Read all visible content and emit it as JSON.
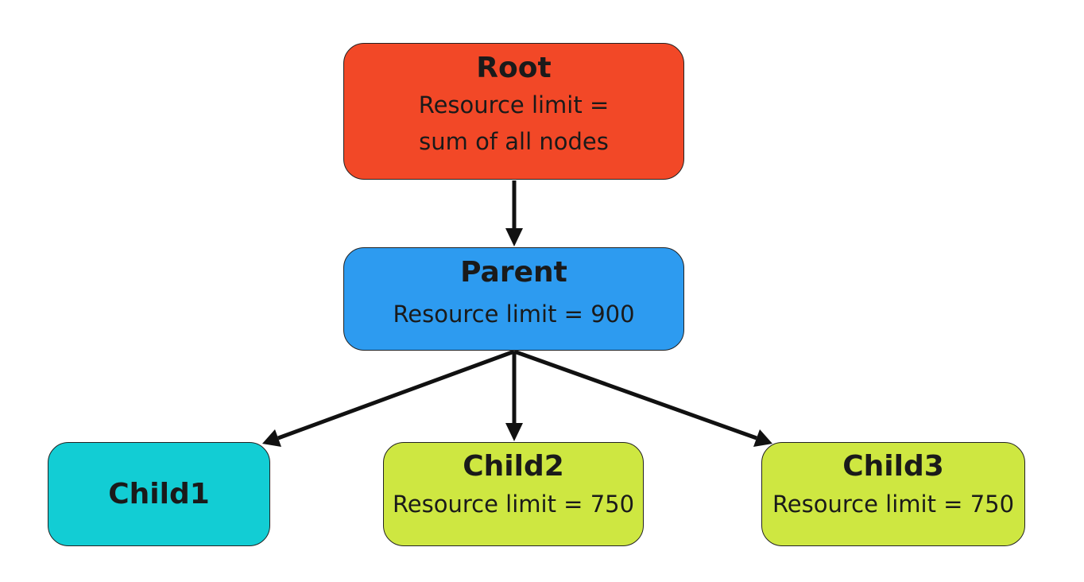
{
  "nodes": {
    "root": {
      "title": "Root",
      "lines": [
        "Resource limit =",
        "sum of all nodes"
      ],
      "color": "#F24827"
    },
    "parent": {
      "title": "Parent",
      "text": "Resource limit = 900",
      "color": "#2D9BF0"
    },
    "child1": {
      "title": "Child1",
      "color": "#12CDD4"
    },
    "child2": {
      "title": "Child2",
      "text": "Resource limit = 750",
      "color": "#CEE741"
    },
    "child3": {
      "title": "Child3",
      "text": "Resource limit = 750",
      "color": "#CEE741"
    }
  },
  "edges": [
    {
      "from": "Root",
      "to": "Parent"
    },
    {
      "from": "Parent",
      "to": "Child1"
    },
    {
      "from": "Parent",
      "to": "Child2"
    },
    {
      "from": "Parent",
      "to": "Child3"
    }
  ],
  "edge_color": "#111111"
}
